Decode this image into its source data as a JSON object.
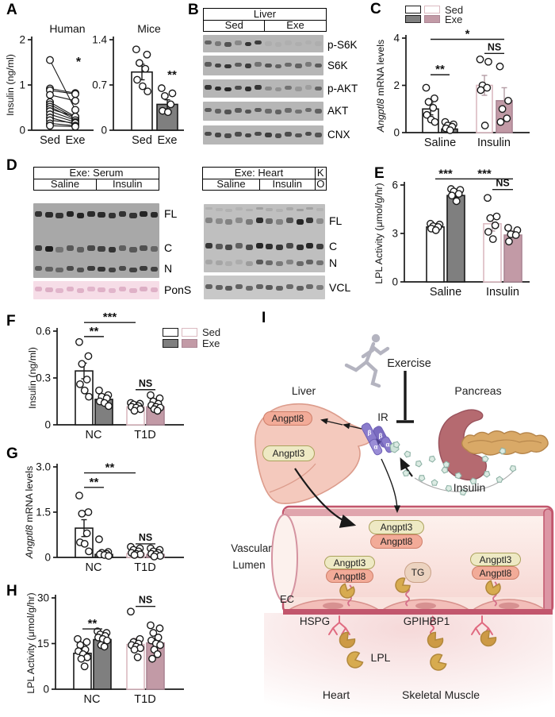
{
  "colors": {
    "bar_gray": "#7f7f7f",
    "bar_mauve": "#c29aa6",
    "pink_border": "#dbbac1",
    "mauve_border": "#ab8694",
    "err_pink": "#b49ca4",
    "blot_gray": "#b6b6b6",
    "pons_pink": "#f6dde7",
    "vessel_rim": "#c2566d",
    "angptl3_fill": "#eee9c4",
    "angptl8_fill": "#f2ab98",
    "lpl_gold": "#d7ab4f",
    "ir_purple": "#8a7ccc",
    "insulin_particle": "#dcebe3"
  },
  "legend": {
    "sed": "Sed",
    "exe": "Exe"
  },
  "panelA": {
    "label": "A"
  },
  "panelB": {
    "label": "B",
    "header": {
      "title": "Liver",
      "cols": [
        "Sed",
        "Exe"
      ]
    },
    "rows": [
      {
        "label": "p-S6K",
        "intensities": [
          0.55,
          0.4,
          0.65,
          0.3,
          0.85,
          0.8,
          0.06,
          0.05,
          0.04,
          0.05,
          0.04,
          0.05
        ]
      },
      {
        "label": "S6K",
        "intensities": [
          0.6,
          0.75,
          0.85,
          0.6,
          0.8,
          0.45,
          0.65,
          0.55,
          0.5,
          0.55,
          0.4,
          0.6
        ]
      },
      {
        "label": "p-AKT",
        "intensities": [
          0.85,
          0.9,
          0.95,
          0.7,
          0.9,
          0.85,
          0.3,
          0.25,
          0.45,
          0.2,
          0.15,
          0.55
        ]
      },
      {
        "label": "AKT",
        "intensities": [
          0.6,
          0.55,
          0.65,
          0.6,
          0.65,
          0.6,
          0.5,
          0.55,
          0.5,
          0.45,
          0.5,
          0.55
        ]
      },
      {
        "label": "CNX",
        "intensities": [
          0.7,
          0.75,
          0.7,
          0.7,
          0.75,
          0.7,
          0.8,
          0.7,
          0.7,
          0.65,
          0.7,
          0.65
        ]
      }
    ]
  },
  "panelC": {
    "label": "C"
  },
  "panelD": {
    "label": "D",
    "serum": {
      "title": "Exe: Serum",
      "cols": [
        "Saline",
        "Insulin"
      ],
      "band_labels": [
        "FL",
        "C",
        "N",
        "PonS"
      ],
      "rows": [
        {
          "intensities": [
            0.8,
            0.85,
            0.8,
            0.9,
            0.9,
            0.85,
            0.85,
            0.8,
            0.8,
            0.8,
            0.9,
            0.85
          ]
        },
        {
          "intensities": [
            0.75,
            0.95,
            0.35,
            0.55,
            0.5,
            0.65,
            0.7,
            0.8,
            0.5,
            0.55,
            0.6,
            0.45
          ]
        },
        {
          "intensities": [
            0.55,
            0.5,
            0.45,
            0.65,
            0.6,
            0.75,
            0.8,
            0.7,
            0.65,
            0.7,
            0.75,
            0.7
          ]
        },
        {
          "intensities": [
            0.5,
            0.55,
            0.45,
            0.5,
            0.5,
            0.45,
            0.5,
            0.45,
            0.5,
            0.5,
            0.55,
            0.5
          ]
        }
      ]
    },
    "heart": {
      "title": "Exe: Heart",
      "cols": [
        "Saline",
        "Insulin"
      ],
      "k": "K",
      "o": "O",
      "band_labels": [
        "FL",
        "C",
        "N",
        "VCL"
      ],
      "rows": [
        {
          "intensities": [
            0.35,
            0.3,
            0.35,
            0.3,
            0.4,
            0.85,
            0.5,
            0.35,
            0.6,
            0.9,
            0.8,
            0.3
          ]
        },
        {
          "intensities": [
            0.8,
            0.6,
            0.7,
            0.55,
            0.7,
            0.9,
            0.85,
            0.8,
            0.7,
            0.85,
            0.9,
            0.75
          ]
        },
        {
          "intensities": [
            0.15,
            0.15,
            0.1,
            0.1,
            0.2,
            0.6,
            0.5,
            0.4,
            0.35,
            0.5,
            0.55,
            0.45
          ]
        },
        {
          "intensities": [
            0.6,
            0.6,
            0.65,
            0.6,
            0.55,
            0.6,
            0.65,
            0.6,
            0.55,
            0.6,
            0.55,
            0.45
          ]
        }
      ]
    }
  },
  "panelE": {
    "label": "E"
  },
  "panelF": {
    "label": "F"
  },
  "panelG": {
    "label": "G"
  },
  "panelH": {
    "label": "H"
  },
  "panelI": {
    "label": "I",
    "exercise": "Exercise",
    "liver": "Liver",
    "pancreas": "Pancreas",
    "insulin": "Insulin",
    "ir": "IR",
    "vascular": "Vascular",
    "lumen": "Lumen",
    "ec": "EC",
    "hspg": "HSPG",
    "gpihbp1": "GPIHBP1",
    "tg": "TG",
    "lpl": "LPL",
    "heart": "Heart",
    "skeletal": "Skeletal Muscle",
    "angptl3": "Angptl3",
    "angptl8": "Angptl8",
    "beta": "β",
    "alpha": "α"
  },
  "chart_data": [
    {
      "id": "A_human",
      "type": "paired-scatter",
      "title": "Human",
      "ylabel": "Insulin (ng/ml)",
      "ylim": [
        0,
        2
      ],
      "yticks": [
        0,
        1,
        2
      ],
      "ytick_labels": [
        "0",
        "1",
        "2"
      ],
      "categories": [
        "Sed",
        "Exe"
      ],
      "pairs": [
        [
          1.55,
          0.45
        ],
        [
          0.92,
          0.82
        ],
        [
          0.88,
          0.8
        ],
        [
          0.78,
          0.65
        ],
        [
          0.62,
          0.3
        ],
        [
          0.57,
          0.27
        ],
        [
          0.52,
          0.24
        ],
        [
          0.47,
          0.3
        ],
        [
          0.42,
          0.22
        ],
        [
          0.35,
          0.18
        ],
        [
          0.28,
          0.13
        ],
        [
          0.22,
          0.16
        ],
        [
          0.15,
          0.1
        ],
        [
          0.1,
          0.08
        ]
      ],
      "sig": {
        "label": "*",
        "y": 1.42
      }
    },
    {
      "id": "A_mice",
      "type": "bar",
      "title": "Mice",
      "ylim": [
        0,
        1.4
      ],
      "yticks": [
        0,
        0.7,
        1.4
      ],
      "ytick_labels": [
        "0",
        "0.7",
        "1.4"
      ],
      "categories": [
        "Sed",
        "Exe"
      ],
      "bars": [
        {
          "style": "sed_black",
          "value": 0.9,
          "err": 0.12,
          "dots": [
            1.25,
            1.17,
            1.04,
            0.95,
            0.78,
            0.68,
            0.6
          ]
        },
        {
          "style": "exe_gray",
          "value": 0.4,
          "err": 0.07,
          "dots": [
            0.65,
            0.57,
            0.53,
            0.4,
            0.3,
            0.28
          ]
        }
      ],
      "annotations": [
        {
          "type": "text",
          "bar": 1,
          "y": 0.8,
          "label": "**"
        }
      ]
    },
    {
      "id": "C",
      "type": "bar",
      "ylabel_parts": [
        {
          "t": "Angptl8",
          "i": true
        },
        {
          "t": " mRNA levels",
          "i": false
        }
      ],
      "ylim": [
        0,
        4
      ],
      "yticks": [
        0,
        2,
        4
      ],
      "ytick_labels": [
        "0",
        "2",
        "4"
      ],
      "group_labels": [
        "Saline",
        "Insulin"
      ],
      "bars": [
        {
          "style": "sed_black",
          "value": 1.0,
          "err": 0.25,
          "dots": [
            1.9,
            1.45,
            1.3,
            1.05,
            0.75,
            0.55,
            0.45
          ]
        },
        {
          "style": "exe_gray",
          "value": 0.15,
          "err": 0.06,
          "dots": [
            0.45,
            0.35,
            0.3,
            0.25,
            0.18,
            0.1
          ]
        },
        {
          "style": "sed_pink",
          "value": 2.0,
          "err": 0.42,
          "dots": [
            3.1,
            3.0,
            2.0,
            1.9,
            1.8,
            0.3
          ]
        },
        {
          "style": "exe_pink",
          "value": 1.35,
          "err": 0.55,
          "dots": [
            2.8,
            1.35,
            1.0,
            0.6,
            0.45
          ]
        }
      ],
      "annotations": [
        {
          "type": "bracket",
          "a": 0,
          "b": 1,
          "y": 2.45,
          "label": "**"
        },
        {
          "type": "bracket",
          "a": 2,
          "b": 3,
          "y": 3.35,
          "label": "NS"
        },
        {
          "type": "line",
          "a": 0,
          "b": 3,
          "y": 3.95,
          "label": "*"
        }
      ]
    },
    {
      "id": "E",
      "type": "bar",
      "ylabel": "LPL Activity (μmol/g/hr)",
      "ylim": [
        0,
        6
      ],
      "yticks": [
        0,
        3,
        6
      ],
      "ytick_labels": [
        "0",
        "3",
        "6"
      ],
      "group_labels": [
        "Saline",
        "Insulin"
      ],
      "bars": [
        {
          "style": "sed_black",
          "value": 3.4,
          "err": 0.15,
          "dots": [
            3.6,
            3.55,
            3.45,
            3.4,
            3.3,
            3.2
          ]
        },
        {
          "style": "exe_gray",
          "value": 5.35,
          "err": 0.2,
          "dots": [
            5.75,
            5.7,
            5.6,
            5.45,
            5.35,
            5.0
          ]
        },
        {
          "style": "sed_pink",
          "value": 3.6,
          "err": 0.45,
          "dots": [
            5.2,
            4.05,
            3.95,
            3.5,
            3.1,
            2.65
          ]
        },
        {
          "style": "exe_pink",
          "value": 2.9,
          "err": 0.25,
          "dots": [
            3.35,
            3.2,
            2.95,
            2.9,
            2.5
          ]
        }
      ],
      "annotations": [
        {
          "type": "bracket",
          "a": 0,
          "b": 1,
          "y": 6.38,
          "label": "***"
        },
        {
          "type": "line",
          "a": 1,
          "b": 3,
          "y": 6.38,
          "label": "***"
        },
        {
          "type": "bracket",
          "a": 2,
          "b": 3,
          "y": 5.72,
          "label": "NS"
        }
      ]
    },
    {
      "id": "F",
      "type": "bar",
      "ylabel": "Insulin (ng/ml)",
      "ylim": [
        0,
        0.6
      ],
      "yticks": [
        0,
        0.3,
        0.6
      ],
      "ytick_labels": [
        "0",
        "0.3",
        "0.6"
      ],
      "group_labels": [
        "NC",
        "T1D"
      ],
      "bars": [
        {
          "style": "sed_black",
          "value": 0.345,
          "err": 0.05,
          "dots": [
            0.53,
            0.44,
            0.39,
            0.29,
            0.26,
            0.22,
            0.18
          ]
        },
        {
          "style": "exe_gray",
          "value": 0.163,
          "err": 0.02,
          "dots": [
            0.22,
            0.19,
            0.18,
            0.17,
            0.15,
            0.14,
            0.12
          ]
        },
        {
          "style": "sed_pink",
          "value": 0.115,
          "err": 0.015,
          "dots": [
            0.14,
            0.135,
            0.13,
            0.12,
            0.115,
            0.11,
            0.1,
            0.09
          ]
        },
        {
          "style": "exe_pink",
          "value": 0.115,
          "err": 0.015,
          "dots": [
            0.19,
            0.17,
            0.15,
            0.135,
            0.125,
            0.115,
            0.11,
            0.1,
            0.09
          ]
        }
      ],
      "annotations": [
        {
          "type": "bracket",
          "a": 0,
          "b": 1,
          "y": 0.565,
          "label": "**"
        },
        {
          "type": "line",
          "a": 0,
          "b": 2,
          "y": 0.655,
          "label": "***"
        },
        {
          "type": "bracket",
          "a": 2,
          "b": 3,
          "y": 0.225,
          "label": "NS"
        }
      ]
    },
    {
      "id": "G",
      "type": "bar",
      "ylabel_parts": [
        {
          "t": "Angptl8",
          "i": true
        },
        {
          "t": " mRNA levels",
          "i": false
        }
      ],
      "ylim": [
        0,
        3
      ],
      "yticks": [
        0,
        1.5,
        3
      ],
      "ytick_labels": [
        "0",
        "1.5",
        "3.0"
      ],
      "group_labels": [
        "NC",
        "T1D"
      ],
      "bars": [
        {
          "style": "sed_black",
          "value": 0.97,
          "err": 0.28,
          "dots": [
            2.05,
            1.5,
            1.45,
            0.8,
            0.5,
            0.45,
            0.2
          ]
        },
        {
          "style": "exe_gray",
          "value": 0.1,
          "err": 0.04,
          "dots": [
            0.6,
            0.18,
            0.15,
            0.12,
            0.1,
            0.08,
            0.05
          ]
        },
        {
          "style": "sed_pink",
          "value": 0.13,
          "err": 0.05,
          "dots": [
            0.35,
            0.3,
            0.25,
            0.2,
            0.15,
            0.12,
            0.1,
            0.08
          ]
        },
        {
          "style": "exe_pink",
          "value": 0.1,
          "err": 0.04,
          "dots": [
            0.3,
            0.25,
            0.2,
            0.15,
            0.12,
            0.1,
            0.05,
            0.03
          ]
        }
      ],
      "annotations": [
        {
          "type": "bracket",
          "a": 0,
          "b": 1,
          "y": 2.32,
          "label": "**"
        },
        {
          "type": "line",
          "a": 0,
          "b": 2,
          "y": 2.8,
          "label": "**"
        },
        {
          "type": "bracket",
          "a": 2,
          "b": 3,
          "y": 0.45,
          "label": "NS"
        }
      ]
    },
    {
      "id": "H",
      "type": "bar",
      "ylabel": "LPL Activity (μmol/g/hr)",
      "ylim": [
        0,
        30
      ],
      "yticks": [
        0,
        15,
        30
      ],
      "ytick_labels": [
        "0",
        "15",
        "30"
      ],
      "group_labels": [
        "NC",
        "T1D"
      ],
      "bars": [
        {
          "style": "sed_black",
          "value": 11.8,
          "err": 1.2,
          "dots": [
            16.5,
            15.5,
            14.5,
            13,
            12.5,
            11.5,
            10.5,
            10,
            7.5
          ]
        },
        {
          "style": "exe_gray",
          "value": 16.3,
          "err": 0.8,
          "dots": [
            19,
            18.5,
            18,
            17.5,
            17,
            16.5,
            16,
            14.5,
            14
          ]
        },
        {
          "style": "sed_pink",
          "value": 14.7,
          "err": 2.0,
          "dots": [
            25.5,
            16.5,
            15.5,
            15,
            14.5,
            14,
            13.5,
            13,
            10.5
          ]
        },
        {
          "style": "exe_pink",
          "value": 15.2,
          "err": 1.5,
          "dots": [
            21,
            20,
            18.5,
            17,
            16,
            15,
            14.5,
            13,
            11.5,
            10
          ]
        }
      ],
      "annotations": [
        {
          "type": "bracket",
          "a": 0,
          "b": 1,
          "y": 19.8,
          "label": "**"
        },
        {
          "type": "bracket",
          "a": 2,
          "b": 3,
          "y": 27.2,
          "label": "NS"
        }
      ]
    }
  ]
}
